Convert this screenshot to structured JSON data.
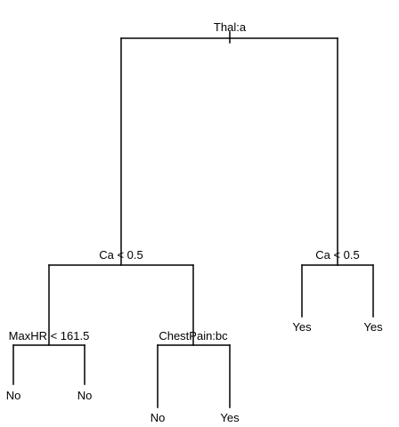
{
  "tree": {
    "nodes": {
      "root": {
        "split_label": "Thal:a"
      },
      "left": {
        "split_label": "Ca < 0.5"
      },
      "right": {
        "split_label": "Ca < 0.5"
      },
      "left_left": {
        "split_label": "MaxHR < 161.5"
      },
      "left_right": {
        "split_label": "ChestPain:bc"
      }
    },
    "leaves": {
      "leaf_1": {
        "label": "No"
      },
      "leaf_2": {
        "label": "No"
      },
      "leaf_3": {
        "label": "No"
      },
      "leaf_4": {
        "label": "Yes"
      },
      "leaf_5": {
        "label": "Yes"
      },
      "leaf_6": {
        "label": "Yes"
      }
    }
  }
}
